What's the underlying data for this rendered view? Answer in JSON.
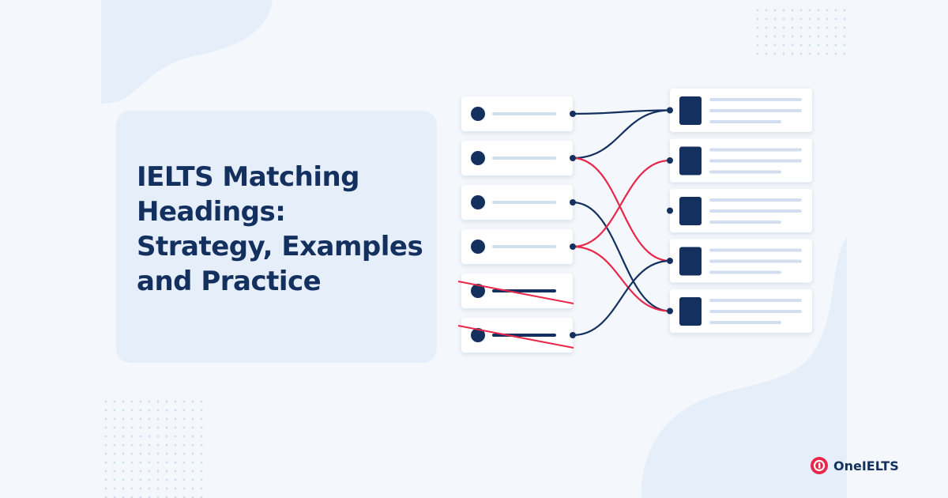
{
  "title": {
    "lines": [
      "IELTS Matching",
      "Headings:",
      "Strategy, Examples",
      "and Practice"
    ]
  },
  "brand": {
    "name": "OneIELTS",
    "icon": "oneielts-logo-icon"
  },
  "colors": {
    "background": "#f4f7fc",
    "panel": "#e6eefa",
    "navy": "#13305f",
    "red": "#e8274b",
    "line": "#d3dff0",
    "card": "#ffffff"
  },
  "diagram": {
    "heading_count": 6,
    "paragraph_count": 5,
    "matches": [
      {
        "heading": 1,
        "paragraph": 1,
        "style": "navy"
      },
      {
        "heading": 2,
        "paragraph": 1,
        "style": "navy"
      },
      {
        "heading": 2,
        "paragraph": 4,
        "style": "red"
      },
      {
        "heading": 3,
        "paragraph": 5,
        "style": "navy"
      },
      {
        "heading": 4,
        "paragraph": 2,
        "style": "red"
      },
      {
        "heading": 4,
        "paragraph": 5,
        "style": "red"
      },
      {
        "heading": 6,
        "paragraph": 4,
        "style": "navy"
      }
    ],
    "crossed_out_headings": [
      5,
      6
    ]
  }
}
